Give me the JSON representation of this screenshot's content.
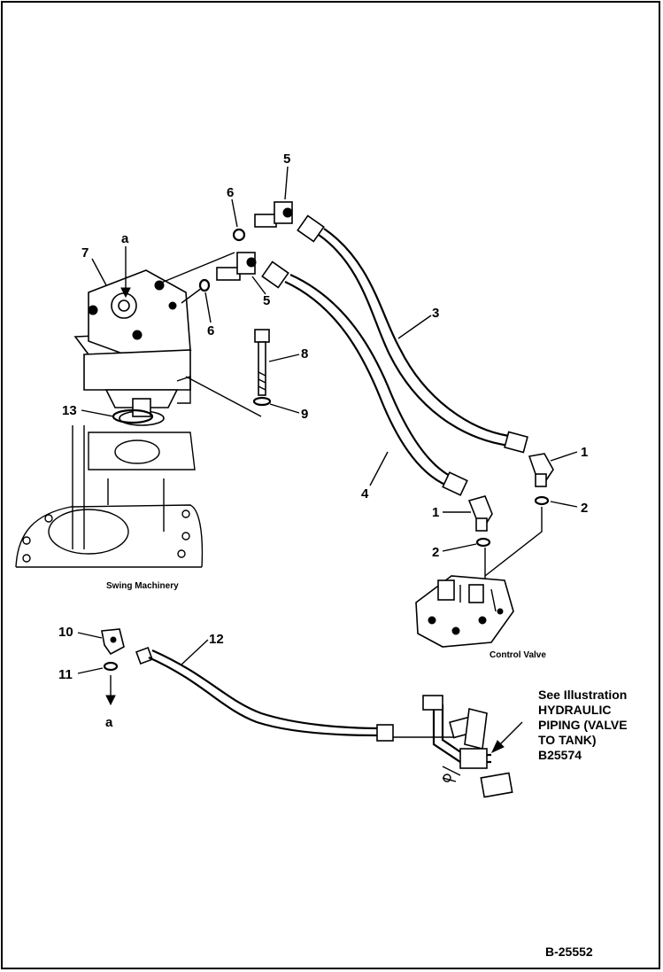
{
  "callouts": {
    "c1a": "1",
    "c1b": "1",
    "c2a": "2",
    "c2b": "2",
    "c3": "3",
    "c4": "4",
    "c5a": "5",
    "c5b": "5",
    "c6a": "6",
    "c6b": "6",
    "c7": "7",
    "c8": "8",
    "c9": "9",
    "c10": "10",
    "c11": "11",
    "c12": "12",
    "c13": "13",
    "ca_top": "a",
    "ca_bottom": "a"
  },
  "labels": {
    "swing_machinery": "Swing Machinery",
    "control_valve": "Control Valve"
  },
  "note": {
    "line1": "See Illustration",
    "line2": "HYDRAULIC",
    "line3": "PIPING (VALVE",
    "line4": "TO TANK)",
    "line5": "B25574"
  },
  "figure_id": "B-25552"
}
